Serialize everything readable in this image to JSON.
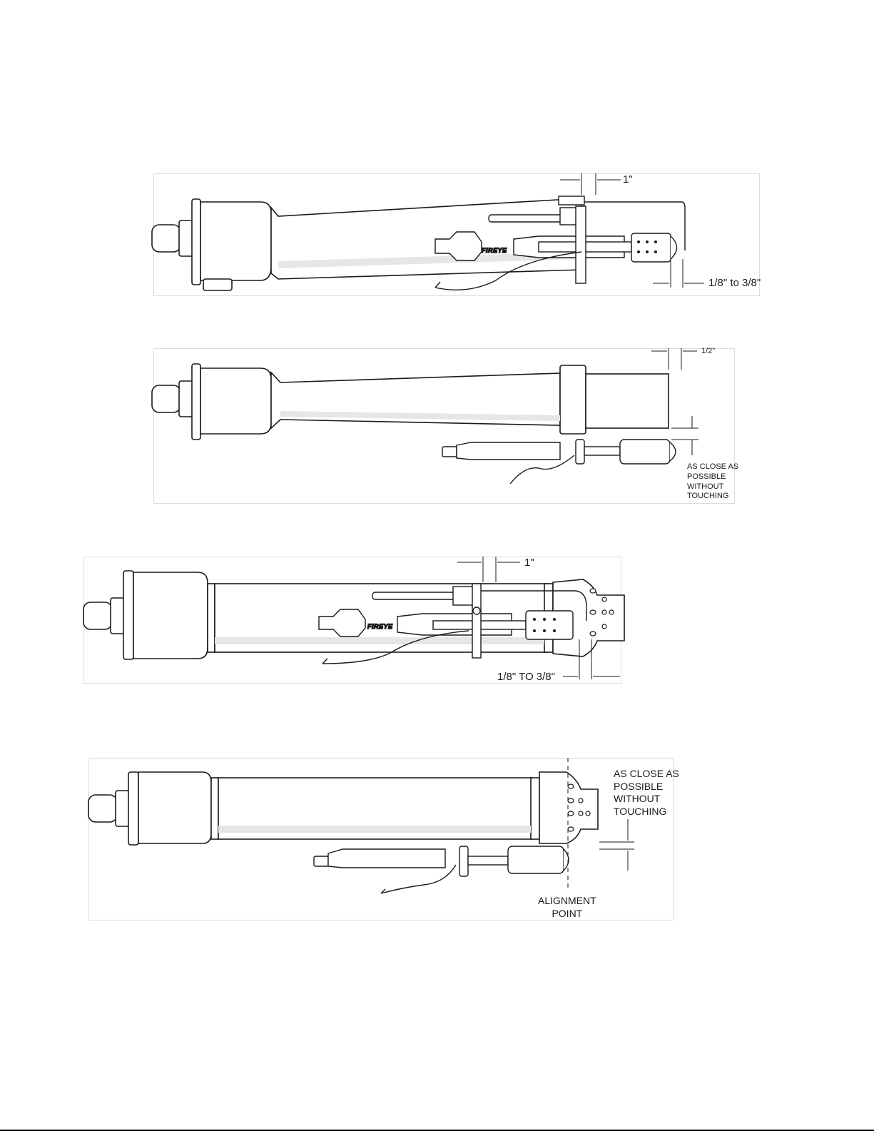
{
  "figure_1": {
    "dim_one_inch": "1\"",
    "dim_gap": "1/8\" to 3/8\"",
    "brand_mark": "FIREYE"
  },
  "figure_2": {
    "dim_half_inch": "1/2\"",
    "note_lines": [
      "AS CLOSE AS",
      "POSSIBLE",
      "WITHOUT",
      "TOUCHING"
    ]
  },
  "figure_3": {
    "dim_one_inch": "1\"",
    "dim_gap": "1/8\" TO 3/8\"",
    "brand_mark": "FIREYE"
  },
  "figure_4": {
    "note_lines": [
      "AS CLOSE AS",
      "POSSIBLE",
      "WITHOUT",
      "TOUCHING"
    ],
    "alignment_lines": [
      "ALIGNMENT",
      "POINT"
    ]
  },
  "colors": {
    "line": "#1a1a1a",
    "shade": "#e6e6e6",
    "panel_border": "#dcdcdc"
  }
}
